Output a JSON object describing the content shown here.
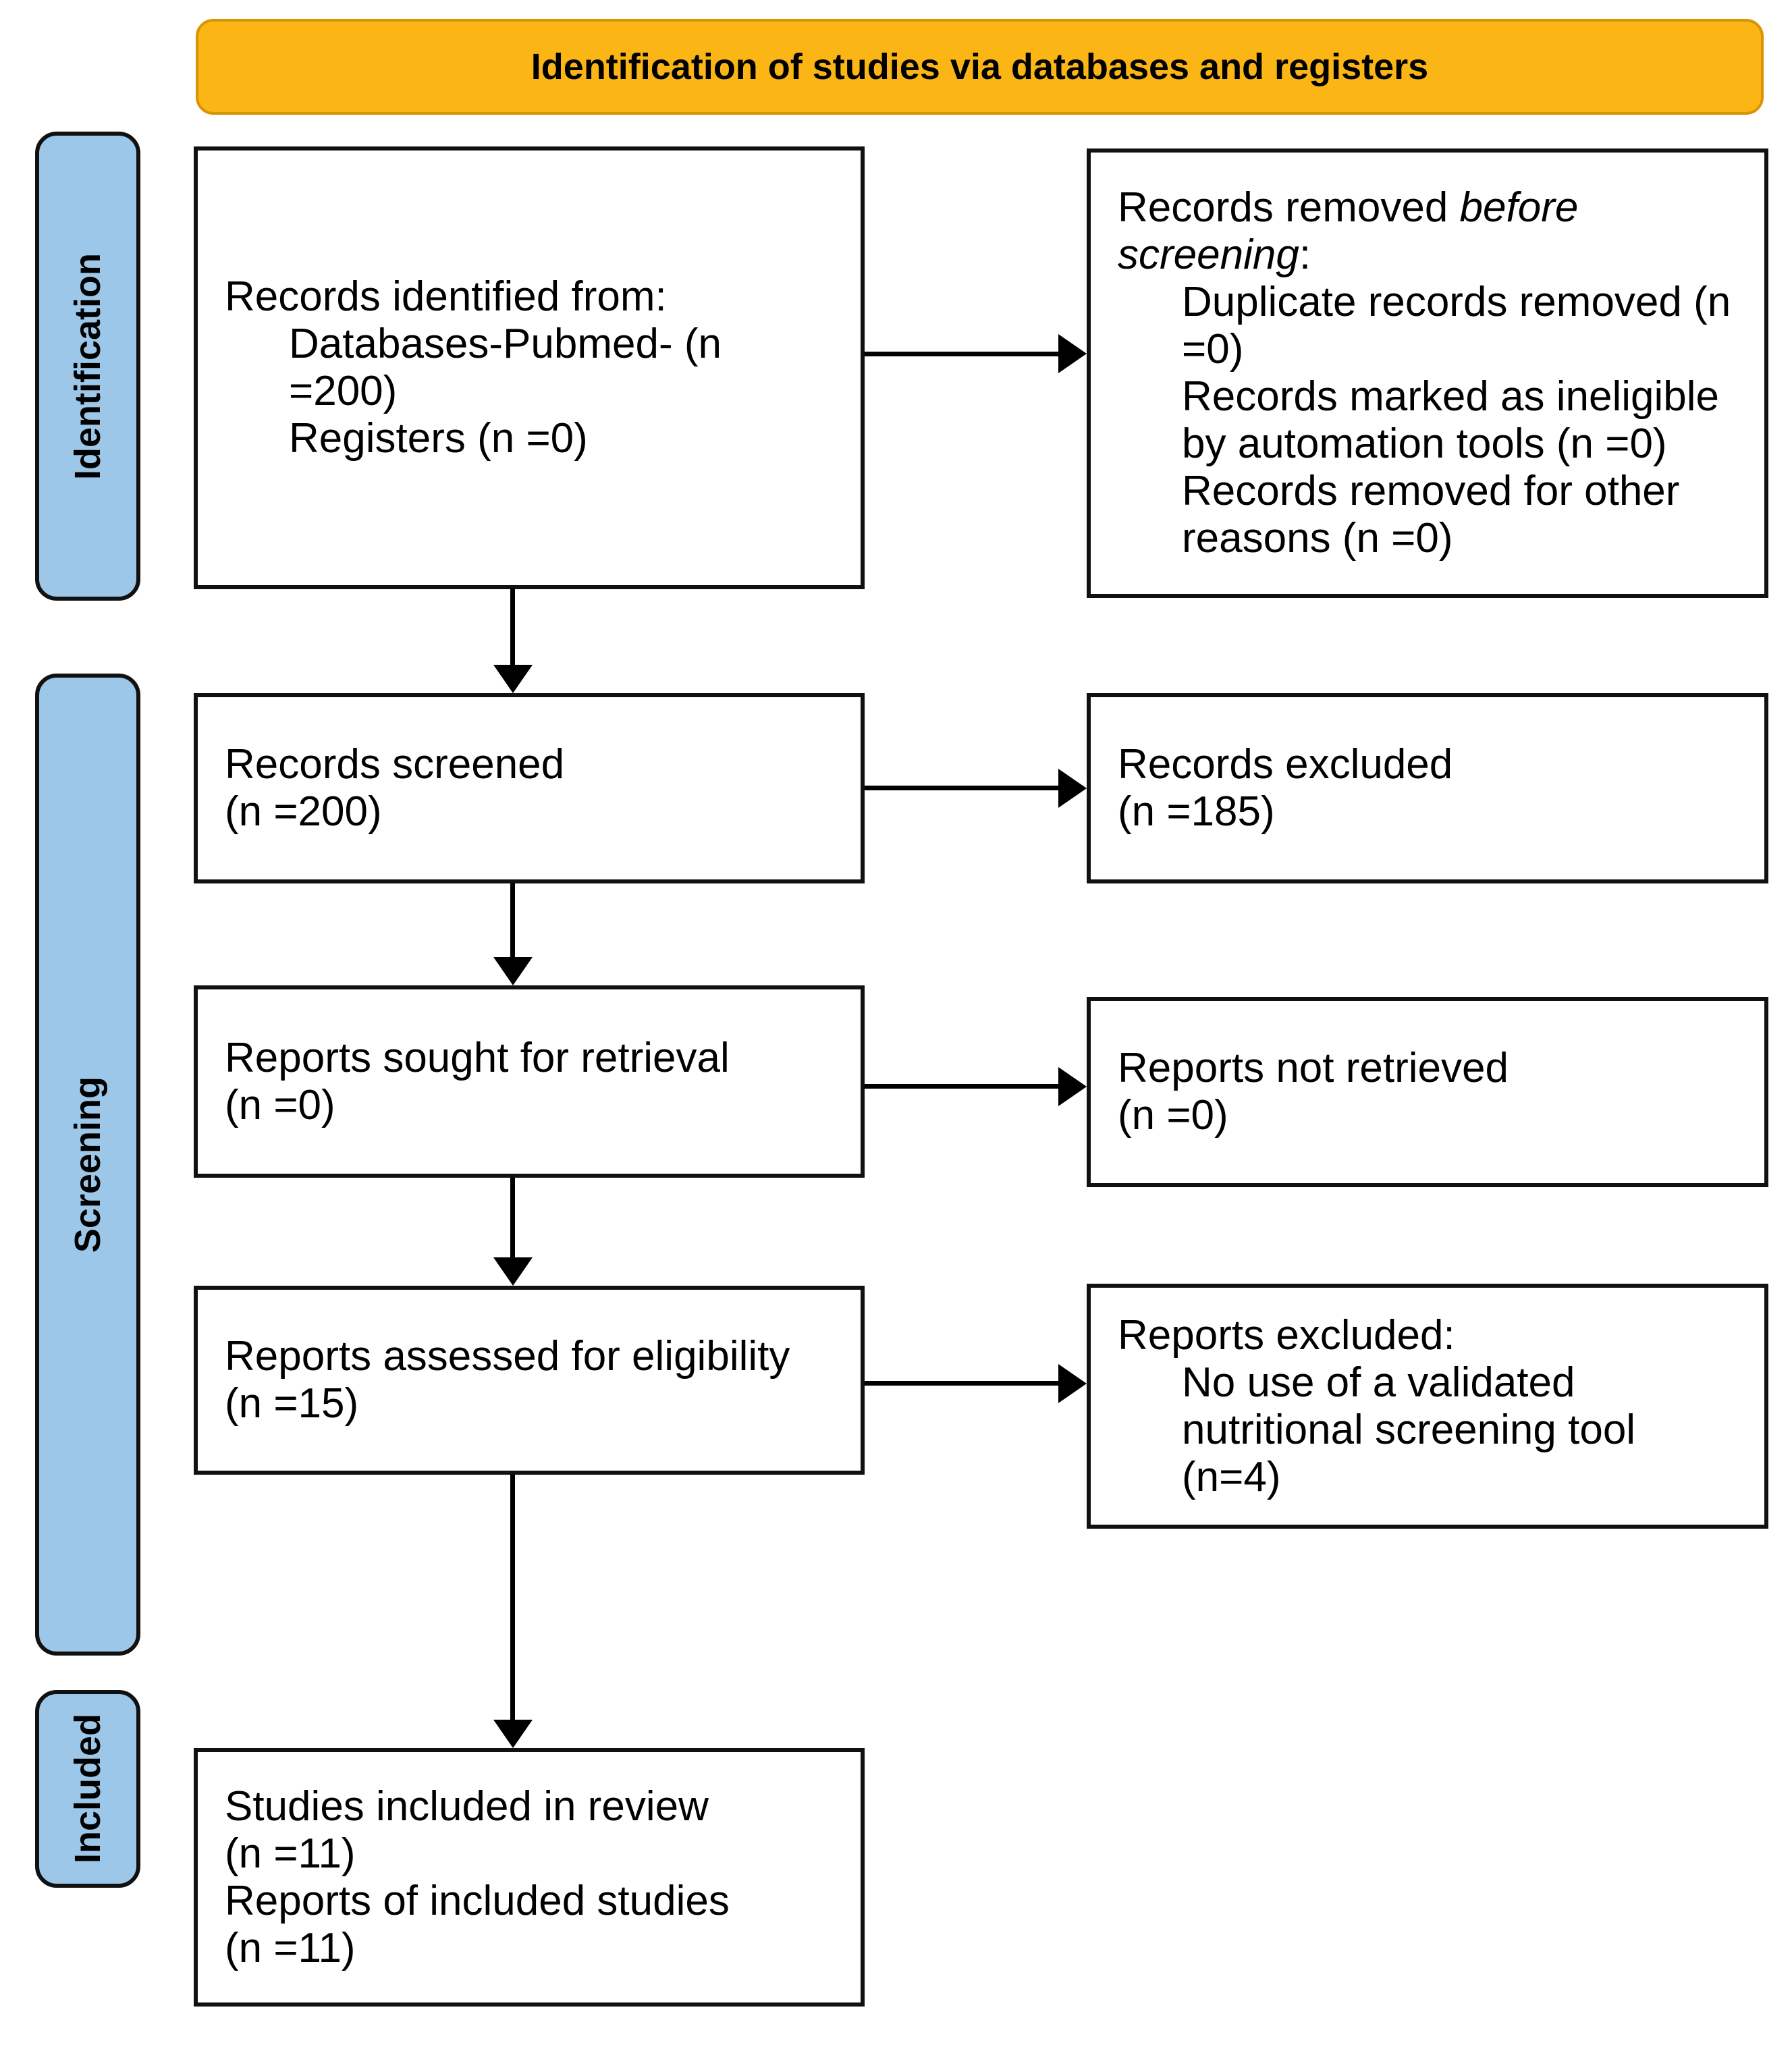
{
  "banner": {
    "title": "Identification of studies via databases and registers"
  },
  "stages": {
    "identification": "Identification",
    "screening": "Screening",
    "included": "Included"
  },
  "boxes": {
    "records_identified": {
      "title": "Records identified from:",
      "items": [
        "Databases-Pubmed- (n =200)",
        "Registers (n =0)"
      ]
    },
    "records_removed": {
      "title_normal": "Records removed ",
      "title_italic": "before screening",
      "title_suffix": ":",
      "items": [
        "Duplicate records removed (n =0)",
        "Records marked as ineligible by automation tools (n =0)",
        "Records removed for other reasons (n =0)"
      ]
    },
    "records_screened": {
      "lines": [
        "Records screened",
        "(n =200)"
      ]
    },
    "records_excluded": {
      "lines": [
        "Records excluded",
        "(n =185)"
      ]
    },
    "reports_sought": {
      "lines": [
        "Reports sought for retrieval",
        "(n =0)"
      ]
    },
    "reports_not_retrieved": {
      "lines": [
        "Reports not retrieved",
        "(n =0)"
      ]
    },
    "reports_assessed": {
      "lines": [
        "Reports assessed for eligibility",
        "(n =15)"
      ]
    },
    "reports_excluded": {
      "title": "Reports excluded:",
      "items": [
        "No use of a validated nutritional screening tool (n=4)"
      ]
    },
    "studies_included": {
      "lines": [
        "Studies included in review",
        "(n =11)",
        "Reports of included studies",
        "(n =11)"
      ]
    }
  },
  "colors": {
    "banner_fill": "#FBB616",
    "banner_border": "#D89402",
    "stage_fill": "#9CC7E9",
    "ink": "#111111"
  }
}
